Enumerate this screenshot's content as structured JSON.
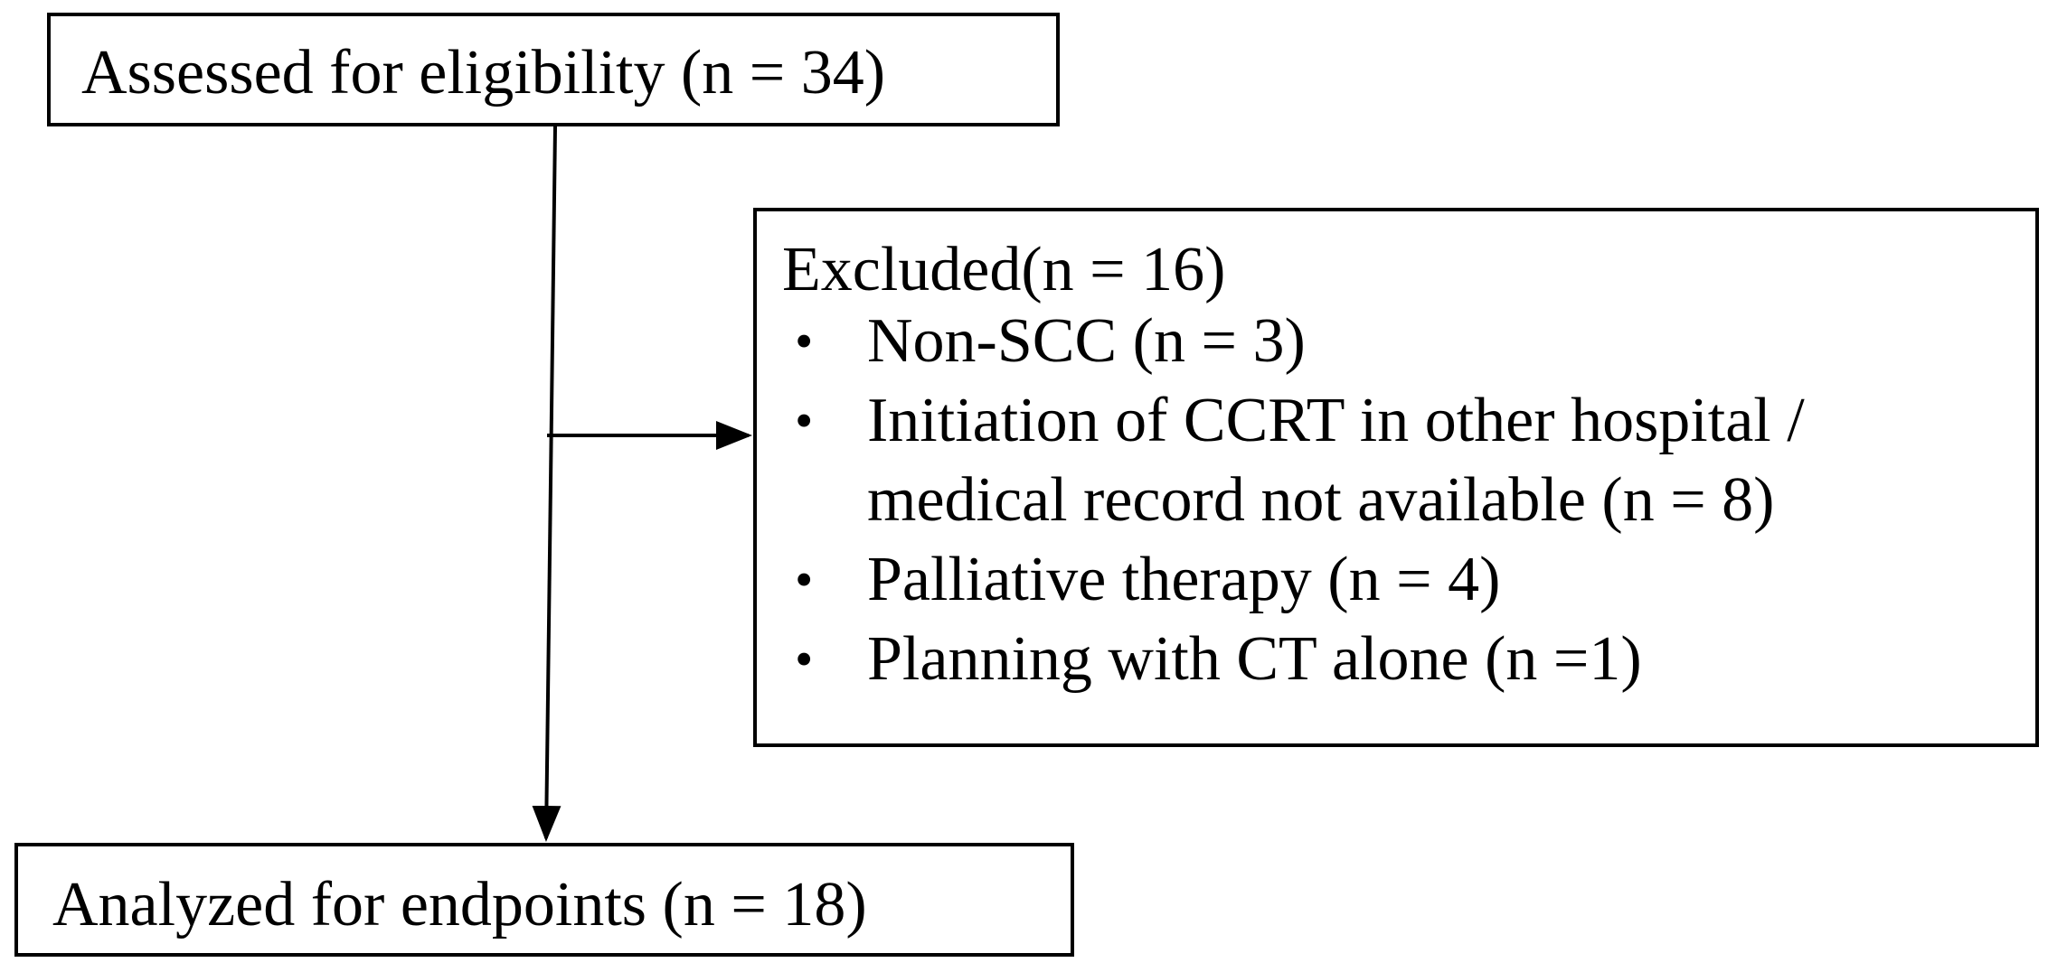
{
  "diagram": {
    "assessed": {
      "label": "Assessed for eligibility (n = 34)"
    },
    "excluded": {
      "title": "Excluded(n = 16)",
      "reasons": [
        {
          "lines": [
            "Non-SCC (n = 3)"
          ]
        },
        {
          "lines": [
            "Initiation of CCRT in other hospital /",
            "medical record not available (n = 8)"
          ]
        },
        {
          "lines": [
            "Palliative therapy (n = 4)"
          ]
        },
        {
          "lines": [
            "Planning with CT alone (n =1)"
          ]
        }
      ]
    },
    "analyzed": {
      "label": "Analyzed for endpoints  (n = 18)"
    },
    "bullet_symbol": "•",
    "colors": {
      "stroke": "#000000",
      "background": "#ffffff"
    }
  }
}
